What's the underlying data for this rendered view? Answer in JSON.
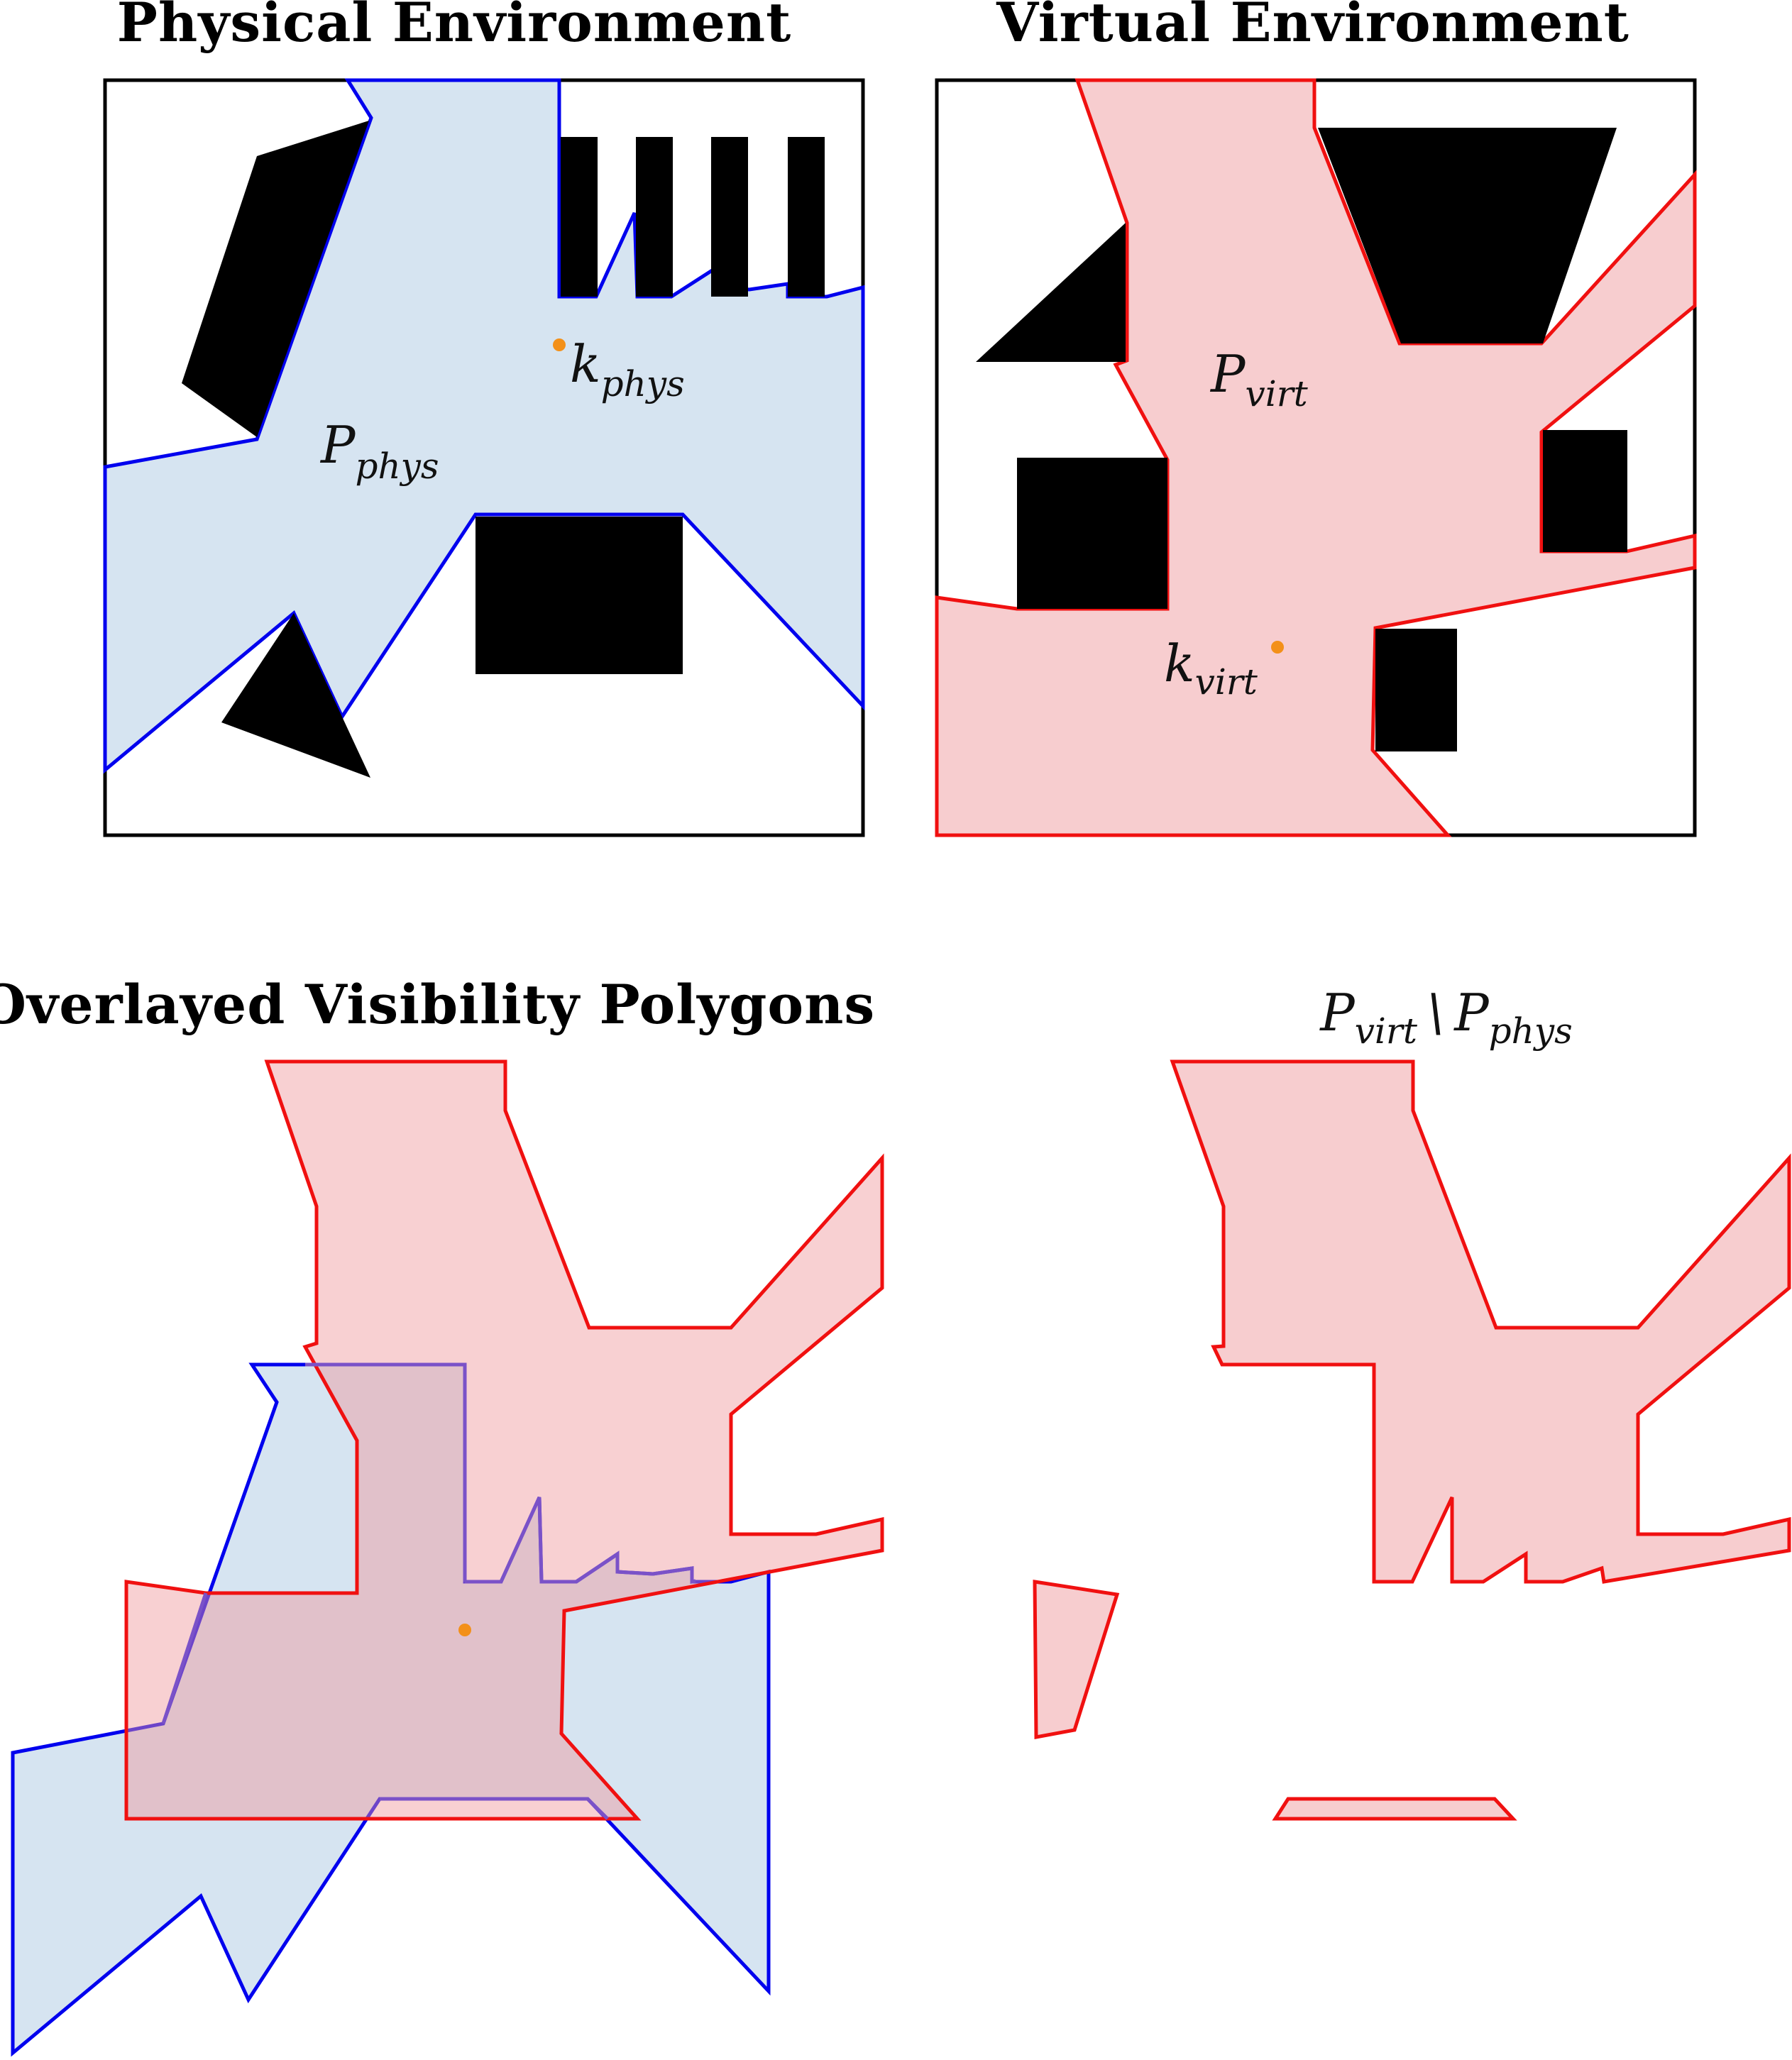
{
  "panels": {
    "physical": {
      "title": "Physical Environment",
      "region_label": {
        "main": "P",
        "sub": "phys"
      },
      "point_label": {
        "main": "k",
        "sub": "phys"
      }
    },
    "virtual": {
      "title": "Virtual Environment",
      "region_label": {
        "main": "P",
        "sub": "virt"
      },
      "point_label": {
        "main": "k",
        "sub": "virt"
      }
    },
    "overlay": {
      "title": "Overlayed Visibility Polygons"
    },
    "difference": {
      "title_parts": {
        "a_main": "P",
        "a_sub": "virt",
        "op": "\\",
        "b_main": "P",
        "b_sub": "phys"
      }
    }
  },
  "colors": {
    "physical_fill": "#d6e4f1",
    "physical_stroke": "#0000ee",
    "virtual_fill": "#f7cdcf",
    "virtual_stroke": "#f01010",
    "overlap_edge": "#7a52c8",
    "marker": "#f39019",
    "obstacle": "#000000"
  }
}
